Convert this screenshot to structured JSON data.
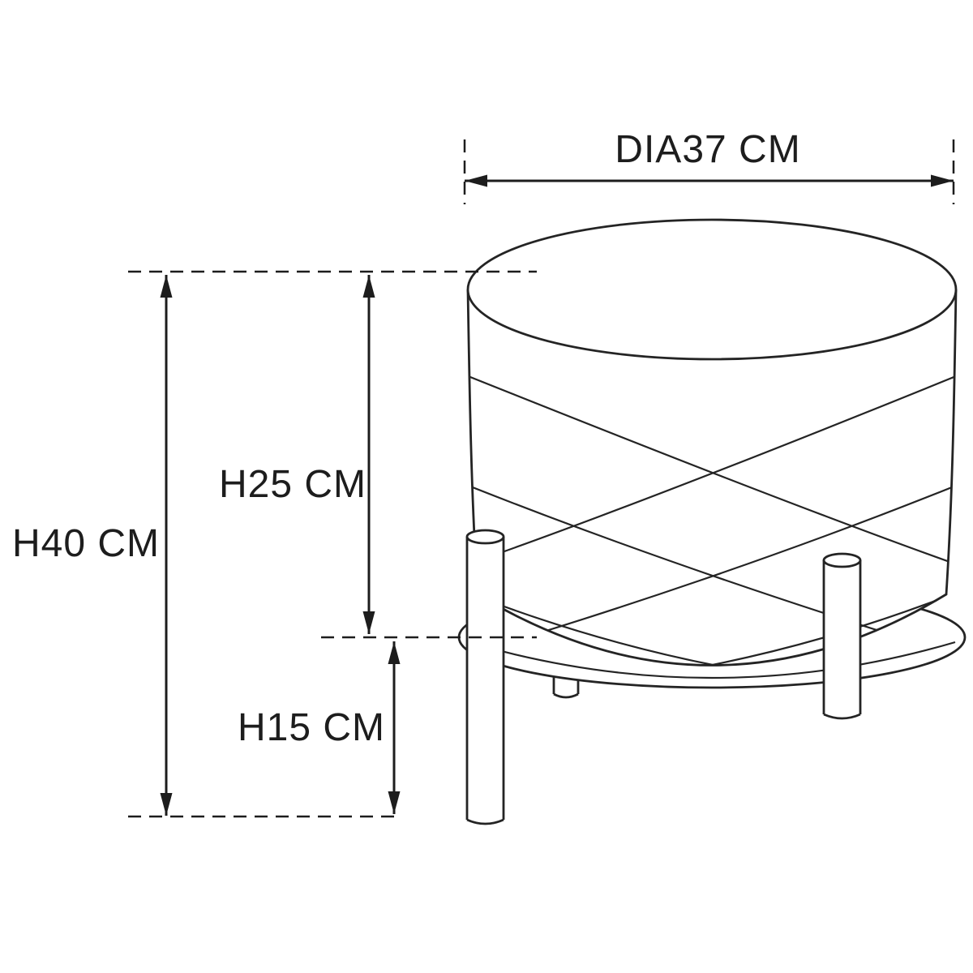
{
  "colors": {
    "line": "#242424",
    "dimension": "#1d1d1d",
    "background": "#ffffff"
  },
  "dimensions": {
    "diameter": {
      "label": "DIA37 CM",
      "value_cm": 37
    },
    "total_height": {
      "label": "H40 CM",
      "value_cm": 40
    },
    "body_height": {
      "label": "H25 CM",
      "value_cm": 25
    },
    "leg_height": {
      "label": "H15 CM",
      "value_cm": 15
    }
  }
}
